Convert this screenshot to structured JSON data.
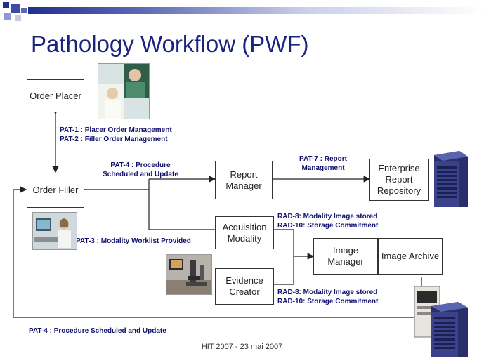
{
  "title": "Pathology Workflow (PWF)",
  "boxes": {
    "order_placer": "Order Placer",
    "order_filler": "Order Filler",
    "report_manager": "Report Manager",
    "enterprise_repository": "Enterprise Report Repository",
    "acquisition_modality": "Acquisition Modality",
    "evidence_creator": "Evidence Creator",
    "image_manager": "Image Manager",
    "image_archive": "Image Archive"
  },
  "transactions": {
    "pat1": "PAT-1 : Placer Order Management",
    "pat2": "PAT-2 : Filler Order Management",
    "pat4_line1": "PAT-4 : Procedure",
    "pat4_line2": "Scheduled and Update",
    "pat7_line1": "PAT-7 : Report",
    "pat7_line2": "Management",
    "pat3": "PAT-3 : Modality Worklist Provided",
    "rad8_top": "RAD-8: Modality Image stored",
    "rad10_top": "RAD-10: Storage Commitment",
    "rad8_bottom": "RAD-8: Modality Image stored",
    "rad10_bottom": "RAD-10: Storage Commitment",
    "pat4_bottom": "PAT-4 : Procedure Scheduled and Update"
  },
  "footer": "HIT 2007 - 23 mai 2007",
  "icons": [
    "doctor-photo-icon",
    "office-worker-photo-icon",
    "microscope-photo-icon",
    "server-icon",
    "server-pair-icon"
  ],
  "colors": {
    "title": "#1a237e",
    "labels": "#10106e",
    "header_bar": "#1f2f8f"
  }
}
